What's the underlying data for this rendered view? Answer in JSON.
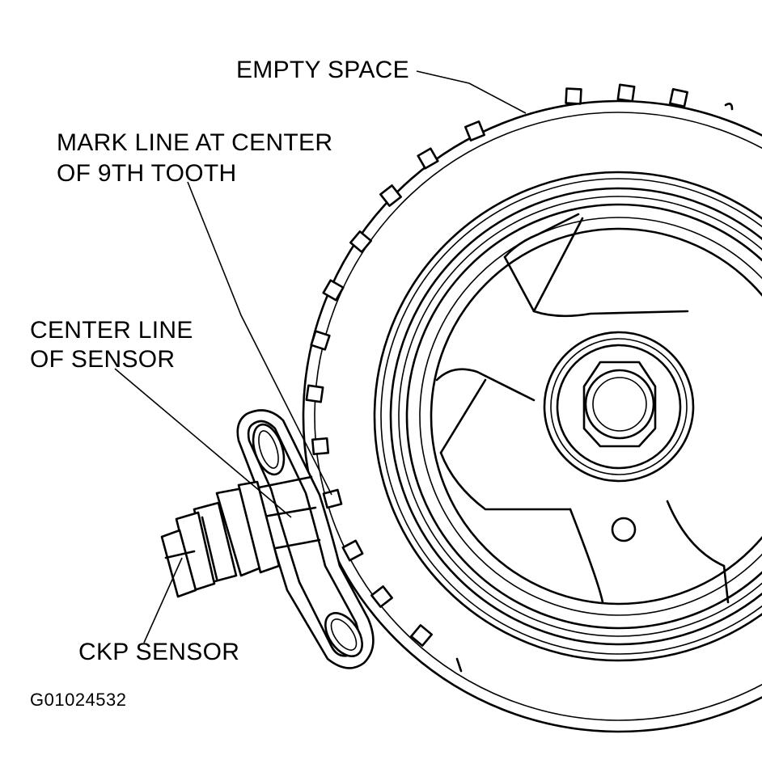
{
  "labels": {
    "empty_space": "EMPTY SPACE",
    "mark_line_1": "MARK LINE AT CENTER",
    "mark_line_2": "OF 9TH TOOTH",
    "center_line_1": "CENTER LINE",
    "center_line_2": "OF SENSOR",
    "ckp_sensor": "CKP SENSOR"
  },
  "figure_id": "G01024532",
  "colors": {
    "ink": "#000000",
    "paper": "#ffffff"
  }
}
